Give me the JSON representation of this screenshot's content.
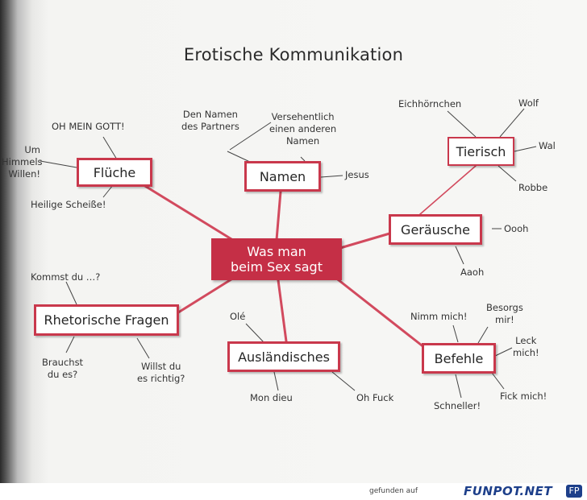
{
  "title": "Erotische Kommunikation",
  "center": "Was man\nbeim Sex sagt",
  "nodes": {
    "fluche": "Flüche",
    "namen": "Namen",
    "tierisch": "Tierisch",
    "gerausche": "Geräusche",
    "rhetorische": "Rhetorische Fragen",
    "auslandisches": "Ausländisches",
    "befehle": "Befehle"
  },
  "leaves": {
    "oh_mein_gott": "OH MEIN GOTT!",
    "himmels": "Um Himmels\nWillen!",
    "heilige": "Heilige Scheiße!",
    "den_namen": "Den Namen\ndes Partners",
    "versehentlich": "Versehentlich\neinen anderen\nNamen",
    "jesus": "Jesus",
    "eichhornchen": "Eichhörnchen",
    "wolf": "Wolf",
    "wal": "Wal",
    "robbe": "Robbe",
    "oooh": "Oooh",
    "aaoh": "Aaoh",
    "kommst": "Kommst du …?",
    "brauchst": "Brauchst\ndu es?",
    "willst": "Willst du\nes richtig?",
    "ole": "Olé",
    "mon_dieu": "Mon dieu",
    "oh_fuck": "Oh Fuck",
    "nimm": "Nimm mich!",
    "besorgs": "Besorgs\nmir!",
    "leck": "Leck\nmich!",
    "fick": "Fick mich!",
    "schneller": "Schneller!"
  },
  "footer": {
    "found_on": "gefunden auf",
    "brand": "FUNPOT.NET",
    "logo": "FP"
  },
  "colors": {
    "accent": "#c9384c",
    "center_fill": "#c52f46",
    "brand": "#1d3f8a"
  }
}
